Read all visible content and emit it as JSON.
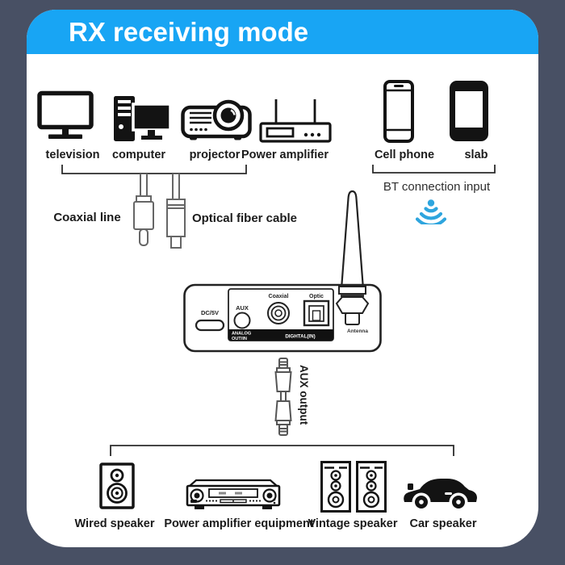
{
  "banner": {
    "title": "RX receiving mode"
  },
  "sources": {
    "items": [
      {
        "label": "television"
      },
      {
        "label": "computer"
      },
      {
        "label": "projector"
      },
      {
        "label": "Power amplifier"
      }
    ]
  },
  "bt": {
    "phone_label": "Cell phone",
    "tablet_label": "slab",
    "caption": "BT connection input"
  },
  "cables": {
    "coaxial": "Coaxial line",
    "optical": "Optical fiber cable"
  },
  "receiver": {
    "dc": "DC/5V",
    "aux": "AUX",
    "coaxial": "Coaxial",
    "optic": "Optic",
    "analog_line1": "ANALOG",
    "analog_line2": "OUT/IN",
    "digital": "DIGHTAL(IN)",
    "antenna": "Antenna"
  },
  "aux_output": "AUX output",
  "outputs": {
    "items": [
      {
        "label": "Wired speaker"
      },
      {
        "label": "Power amplifier equipment"
      },
      {
        "label": "Vintage speaker"
      },
      {
        "label": "Car speaker"
      }
    ]
  },
  "colors": {
    "background": "#485064",
    "card": "#ffffff",
    "banner": "#18a5f4",
    "banner_text": "#ffffff",
    "label_text": "#1b1b1b",
    "wifi": "#2ea5de",
    "icon": "#131313",
    "connector": "#666666"
  }
}
